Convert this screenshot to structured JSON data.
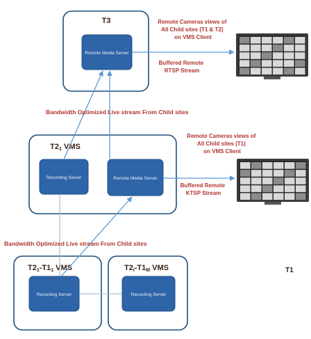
{
  "boxes": {
    "t3": {
      "title": "T3",
      "server_label": "Remote Media Server"
    },
    "t2": {
      "title": "T2",
      "title_subscript": "1",
      "title_suffix": " VMS",
      "recording_label": "Recording Server",
      "remote_label": "Remote Media Server"
    },
    "t2_t1_a": {
      "title_prefix": "T2",
      "title_prefix_sub": "1",
      "title_mid": "-T1",
      "title_mid_sub": "1",
      "title_suffix": " VMS",
      "server_label": "Recording Server"
    },
    "t2_t1_b": {
      "title_prefix": "T2",
      "title_prefix_sub": "i",
      "title_mid": "-T1",
      "title_mid_sub": "M",
      "title_suffix": " VMS",
      "server_label": "Recording Server"
    }
  },
  "notes": {
    "top_views": [
      "Remote Cameras views of",
      "All Child sites (T1 & T2)",
      "on VMS Client"
    ],
    "top_stream": [
      "Buffered Remote",
      "RTSP  Stream"
    ],
    "mid_views": [
      "Remote Cameras views of",
      "All Child sites (T1)",
      "on VMS Client"
    ],
    "mid_stream": [
      "Buffered Remote",
      "KTSP  Stream"
    ]
  },
  "flows": {
    "upper": "Bandwidth Optimized Live stream From Child sites",
    "lower": "Bandwidth Optimized Live stream From Child sites"
  },
  "tags": {
    "t1": "T1"
  },
  "icons": {
    "monitor_top": "video-wall-monitor-icon",
    "monitor_mid": "video-wall-monitor-icon"
  },
  "colors": {
    "server_fill": "#2e64a8",
    "box_stroke": "#1f4e79",
    "arrow": "#5b9bd5",
    "note_text": "#b03530",
    "title_text": "#3a1f14"
  }
}
